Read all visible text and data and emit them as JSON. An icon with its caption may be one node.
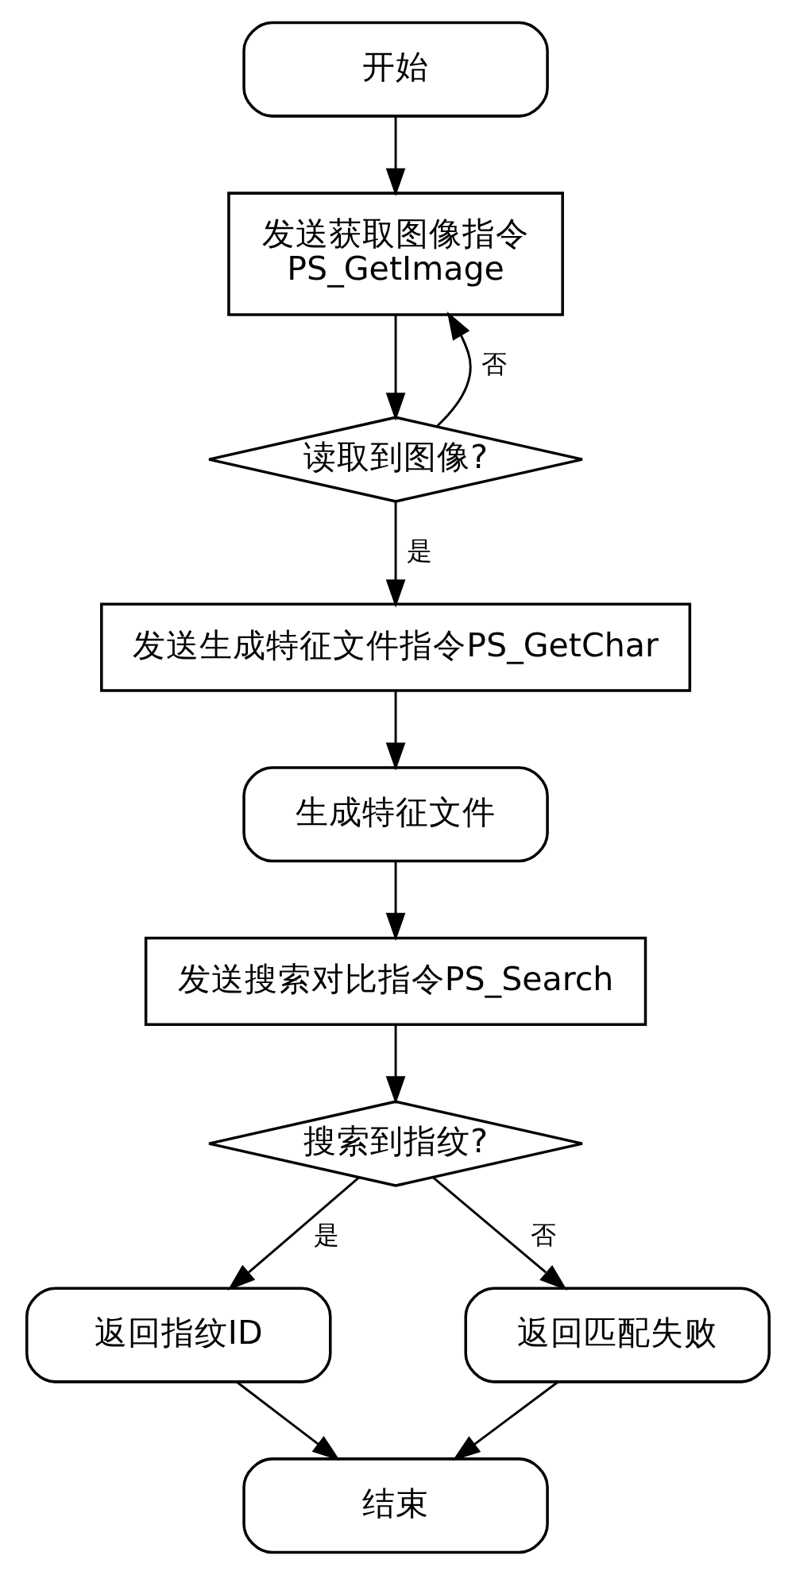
{
  "diagram": {
    "nodes": [
      {
        "text": [
          "开始"
        ]
      },
      {
        "text": [
          "发送获取图像指令",
          "PS_GetImage"
        ]
      },
      {
        "text": [
          "读取到图像?"
        ]
      },
      {
        "text": [
          "发送生成特征文件指令PS_GetChar"
        ]
      },
      {
        "text": [
          "生成特征文件"
        ]
      },
      {
        "text": [
          "发送搜索对比指令PS_Search"
        ]
      },
      {
        "text": [
          "搜索到指纹?"
        ]
      },
      {
        "text": [
          "返回指纹ID"
        ]
      },
      {
        "text": [
          "返回匹配失败"
        ]
      },
      {
        "text": [
          "结束"
        ]
      }
    ],
    "edges": [
      {
        "from": 0,
        "to": 1,
        "arrow": "to"
      },
      {
        "from": 1,
        "to": 2,
        "arrow": "to"
      },
      {
        "from": 2,
        "to": 1,
        "arrow": "to",
        "label": "否"
      },
      {
        "from": 2,
        "to": 3,
        "arrow": "to",
        "label": "是"
      },
      {
        "from": 3,
        "to": 4,
        "arrow": "to"
      },
      {
        "from": 4,
        "to": 5,
        "arrow": "to"
      },
      {
        "from": 5,
        "to": 6,
        "arrow": "to"
      },
      {
        "from": 6,
        "to": 7,
        "arrow": "to",
        "label": "是"
      },
      {
        "from": 6,
        "to": 8,
        "arrow": "to",
        "label": "否"
      },
      {
        "from": 7,
        "to": 9,
        "arrow": "to"
      },
      {
        "from": 8,
        "to": 9,
        "arrow": "to"
      }
    ]
  }
}
